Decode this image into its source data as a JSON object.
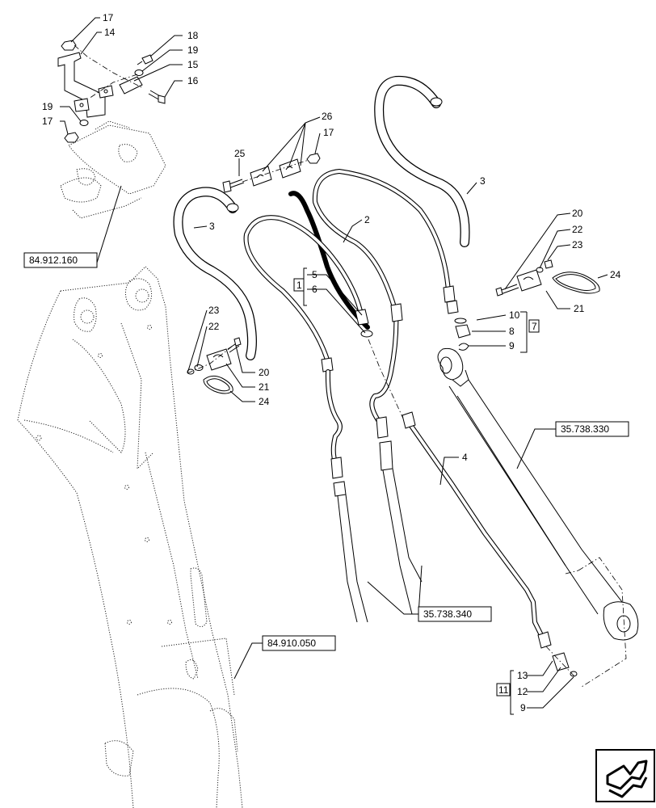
{
  "callouts": {
    "c17a": "17",
    "c14": "14",
    "c18": "18",
    "c19a": "19",
    "c15": "15",
    "c16": "16",
    "c19b": "19",
    "c17b": "17",
    "c26": "26",
    "c17c": "17",
    "c25": "25",
    "c3a": "3",
    "c3b": "3",
    "c2": "2",
    "c20a": "20",
    "c22a": "22",
    "c23a": "23",
    "c24a": "24",
    "c21a": "21",
    "c5": "5",
    "c6": "6",
    "c1": "1",
    "c10a": "10",
    "c8": "8",
    "c9a": "9",
    "c7": "7",
    "c23b": "23",
    "c22b": "22",
    "c20b": "20",
    "c21b": "21",
    "c24b": "24",
    "c4": "4",
    "c13": "13",
    "c12": "12",
    "c9b": "9",
    "c11": "11"
  },
  "references": {
    "boom_bracket": "84.912.160",
    "cylinder_top": "35.738.330",
    "cylinder_mid": "35.738.340",
    "boom": "84.910.050"
  },
  "icons": {
    "navigation": "next-page-arrow-icon"
  }
}
